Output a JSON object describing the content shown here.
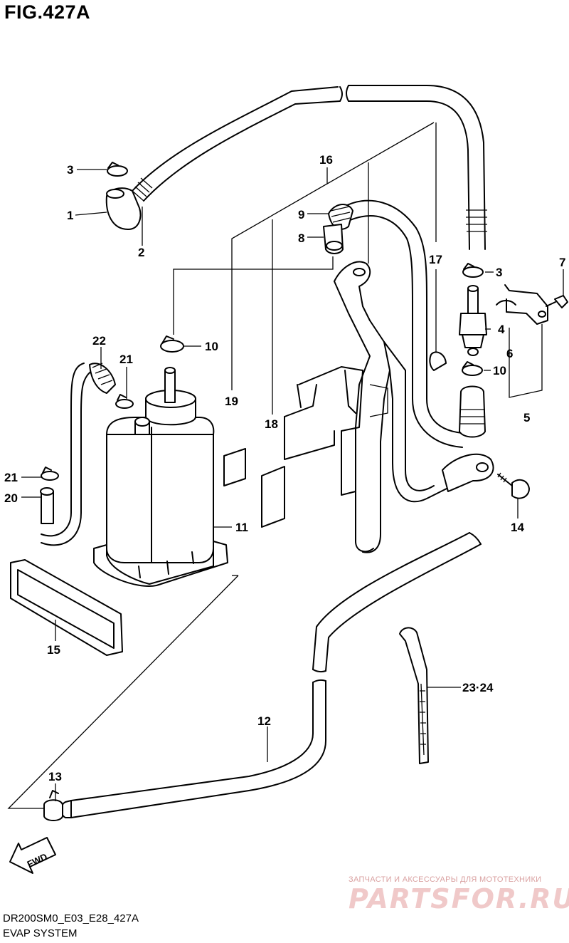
{
  "header": {
    "figure_title": "FIG.427A"
  },
  "callouts": {
    "c1": "1",
    "c2": "2",
    "c3a": "3",
    "c3b": "3",
    "c4": "4",
    "c5": "5",
    "c6": "6",
    "c7": "7",
    "c8": "8",
    "c9": "9",
    "c10a": "10",
    "c10b": "10",
    "c11": "11",
    "c12": "12",
    "c13": "13",
    "c14": "14",
    "c15": "15",
    "c16": "16",
    "c17": "17",
    "c18": "18",
    "c19": "19",
    "c20": "20",
    "c21a": "21",
    "c21b": "21",
    "c22": "22",
    "c2324": "23·24"
  },
  "direction_arrow": "FWD",
  "footer": {
    "code": "DR200SM0_E03_E28_427A",
    "name": "EVAP SYSTEM"
  },
  "watermark": {
    "small": "ЗАПЧАСТИ И АКСЕССУАРЫ ДЛЯ МОТОТЕХНИКИ",
    "big": "PARTSFOR.RU"
  }
}
